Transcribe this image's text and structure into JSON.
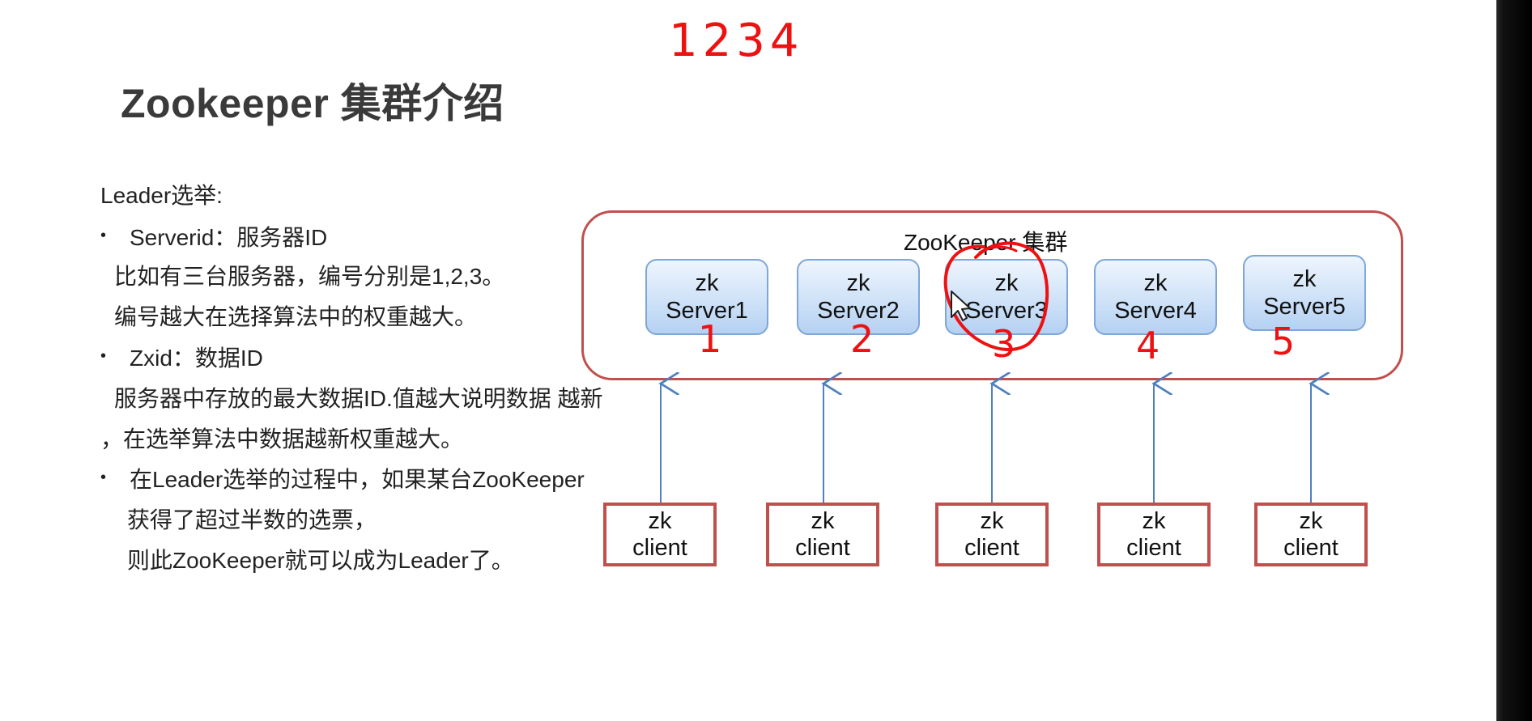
{
  "slide": {
    "title": "Zookeeper 集群介绍",
    "annotation_top": "1234",
    "lines": {
      "heading": "Leader选举:",
      "serverid_label": "Serverid：服务器ID",
      "serverid_desc1": "比如有三台服务器，编号分别是1,2,3。",
      "serverid_desc2": "编号越大在选择算法中的权重越大。",
      "zxid_label": "Zxid：数据ID",
      "zxid_desc1": "服务器中存放的最大数据ID.值越大说明数据 越新",
      "zxid_desc2": "，在选举算法中数据越新权重越大。",
      "vote_line1": "在Leader选举的过程中，如果某台ZooKeeper",
      "vote_line2": "获得了超过半数的选票，",
      "vote_line3": "则此ZooKeeper就可以成为Leader了。"
    },
    "bullet_char": "•"
  },
  "diagram": {
    "cluster_title": "ZooKeeper 集群",
    "servers": [
      {
        "line1": "zk",
        "line2": "Server1",
        "mark": "1"
      },
      {
        "line1": "zk",
        "line2": "Server2",
        "mark": "2"
      },
      {
        "line1": "zk",
        "line2": "Server3",
        "mark": "3"
      },
      {
        "line1": "zk",
        "line2": "Server4",
        "mark": "4"
      },
      {
        "line1": "zk",
        "line2": "Server5",
        "mark": "5"
      }
    ],
    "clients": [
      {
        "line1": "zk",
        "line2": "client"
      },
      {
        "line1": "zk",
        "line2": "client"
      },
      {
        "line1": "zk",
        "line2": "client"
      },
      {
        "line1": "zk",
        "line2": "client"
      },
      {
        "line1": "zk",
        "line2": "client"
      }
    ],
    "colors": {
      "border_red": "#c0504d",
      "server_blue": "#b5d1f2",
      "arrow_blue": "#4f81bd",
      "annotation_red": "#ee1111"
    }
  }
}
